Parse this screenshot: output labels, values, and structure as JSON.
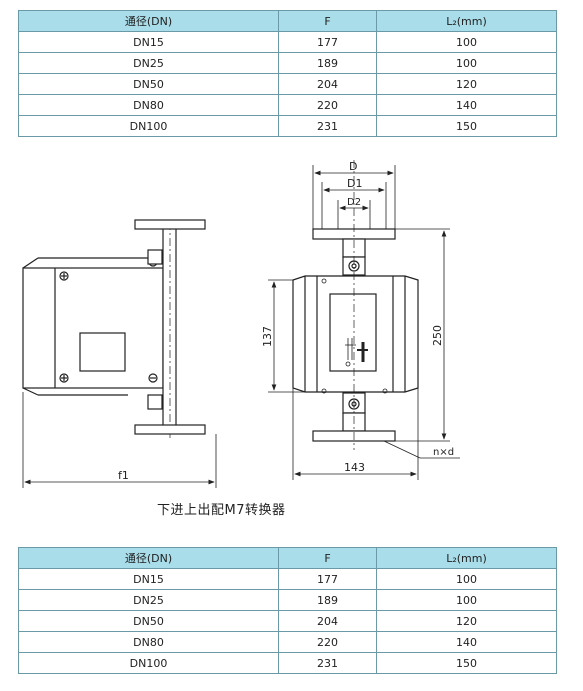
{
  "table_top": {
    "headers": [
      "通径(DN)",
      "F",
      "L₂(mm)"
    ],
    "rows": [
      [
        "DN15",
        "177",
        "100"
      ],
      [
        "DN25",
        "189",
        "100"
      ],
      [
        "DN50",
        "204",
        "120"
      ],
      [
        "DN80",
        "220",
        "140"
      ],
      [
        "DN100",
        "231",
        "150"
      ]
    ]
  },
  "drawing": {
    "labels": {
      "d": "D",
      "d1": "D1",
      "d2": "D2",
      "h137": "137",
      "h250": "250",
      "w143": "143",
      "f1": "f1",
      "nxd": "n×d"
    },
    "caption": "下进上出配M7转换器"
  },
  "table_bottom": {
    "headers": [
      "通径(DN)",
      "F",
      "L₂(mm)"
    ],
    "rows": [
      [
        "DN15",
        "177",
        "100"
      ],
      [
        "DN25",
        "189",
        "100"
      ],
      [
        "DN50",
        "204",
        "120"
      ],
      [
        "DN80",
        "220",
        "140"
      ],
      [
        "DN100",
        "231",
        "150"
      ]
    ]
  }
}
